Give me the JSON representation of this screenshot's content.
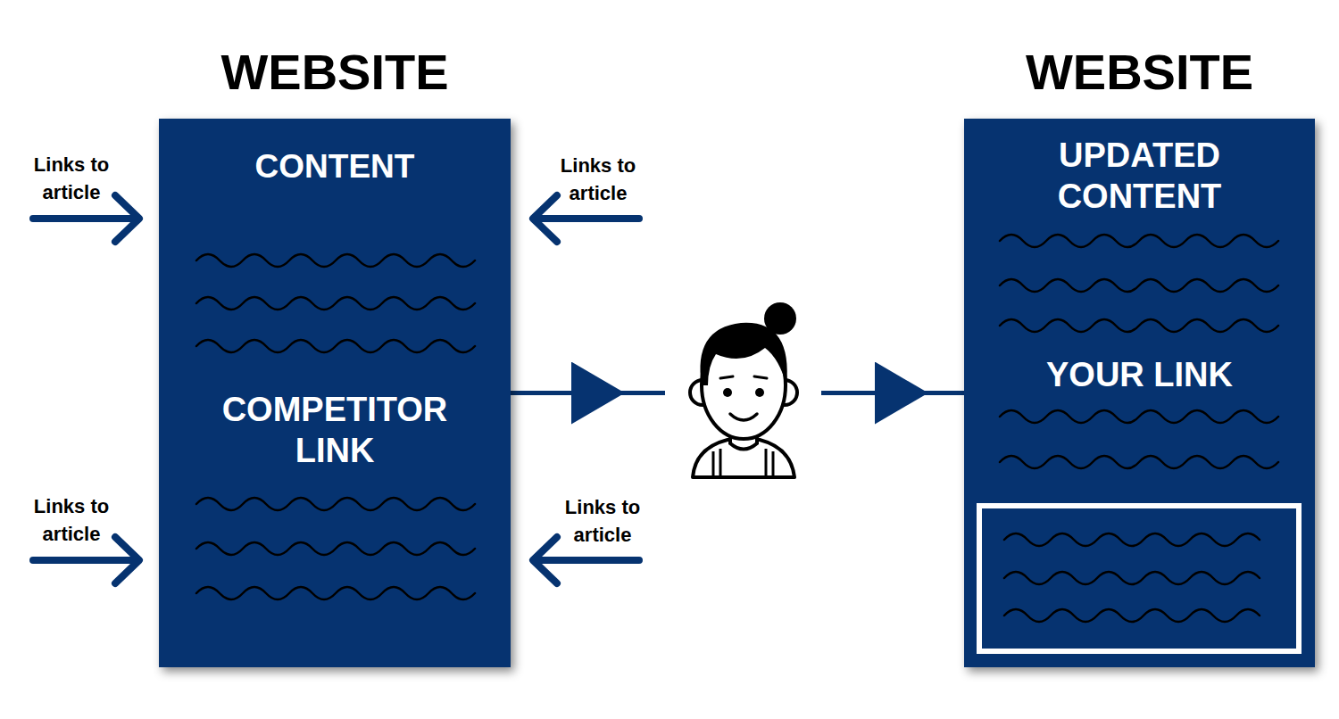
{
  "diagram": {
    "nodes": [
      {
        "text": [
          "WEBSITE",
          "CONTENT",
          "COMPETITOR LINK"
        ]
      },
      {
        "text": [
          "WEBSITE",
          "UPDATED CONTENT",
          "YOUR LINK"
        ]
      }
    ],
    "edges": [
      {
        "from": 0,
        "to": 1,
        "arrow": "to"
      }
    ],
    "labels": [
      "Links to article",
      "Links to article",
      "Links to article",
      "Links to article"
    ]
  }
}
